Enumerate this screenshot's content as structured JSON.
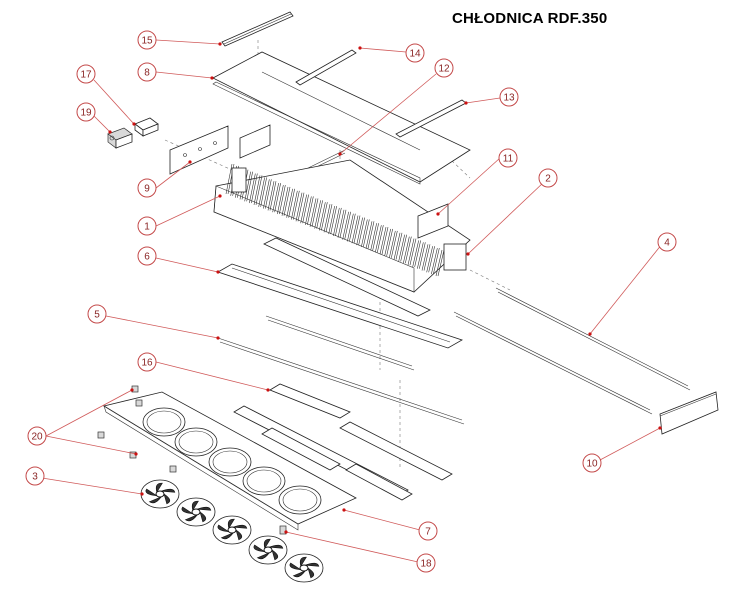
{
  "title": "CHŁODNICA RDF.350",
  "callouts": [
    {
      "num": "15"
    },
    {
      "num": "14"
    },
    {
      "num": "8"
    },
    {
      "num": "12"
    },
    {
      "num": "13"
    },
    {
      "num": "17"
    },
    {
      "num": "19"
    },
    {
      "num": "11"
    },
    {
      "num": "2"
    },
    {
      "num": "9"
    },
    {
      "num": "1"
    },
    {
      "num": "6"
    },
    {
      "num": "4"
    },
    {
      "num": "5"
    },
    {
      "num": "16"
    },
    {
      "num": "20"
    },
    {
      "num": "10"
    },
    {
      "num": "3"
    },
    {
      "num": "7"
    },
    {
      "num": "18"
    }
  ],
  "colors": {
    "callout_stroke": "#c44a4a",
    "callout_text": "#8a2525",
    "leader_dot": "#cc1111"
  }
}
